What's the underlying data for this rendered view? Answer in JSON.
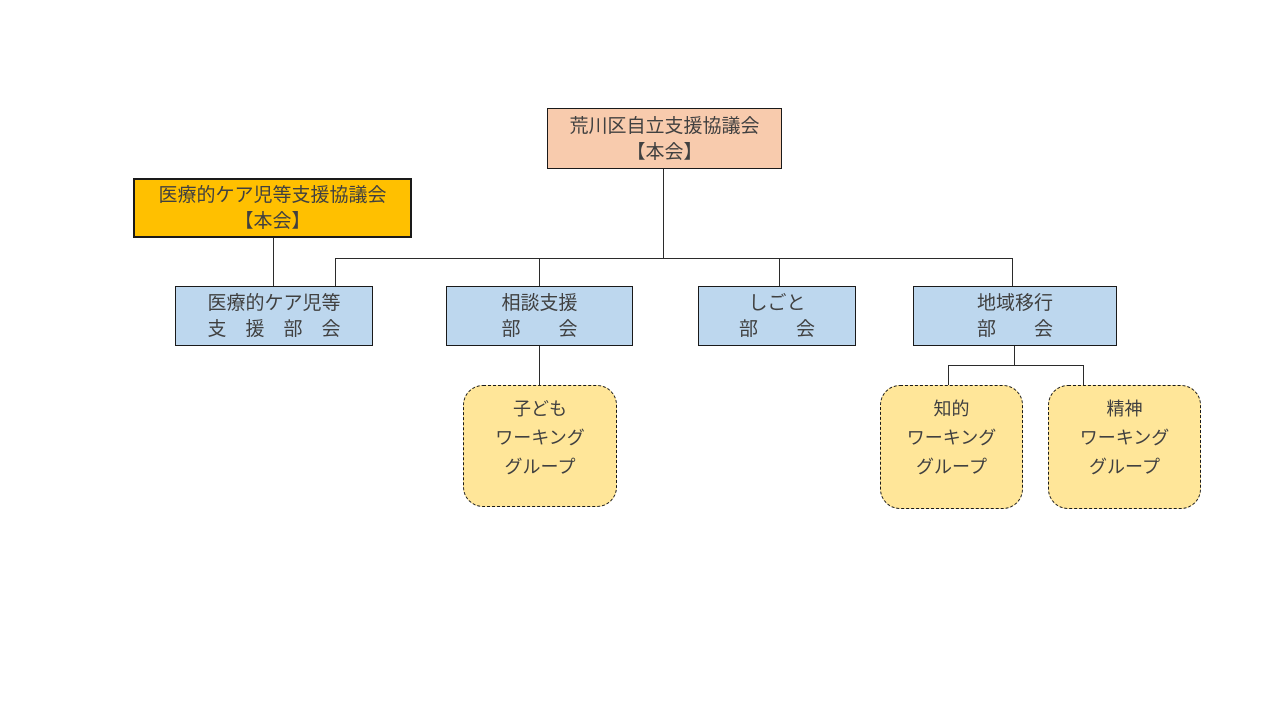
{
  "colors": {
    "main_fill": "#F8CBAD",
    "gold_fill": "#FFC000",
    "blue_fill": "#BDD7EE",
    "wg_fill": "#FFE699",
    "border_color": "#1a1a1a",
    "line_color": "#2b2b2b",
    "text_color": "#404040"
  },
  "org_chart": {
    "main_council": {
      "lines": [
        "荒川区自立支援協議会",
        "【本会】"
      ]
    },
    "medical_care_council": {
      "lines": [
        "医療的ケア児等支援協議会",
        "【本会】"
      ]
    },
    "subcommittees": [
      {
        "id": "medical-care",
        "lines": [
          "医療的ケア児等",
          "支　援　部　会"
        ]
      },
      {
        "id": "consultation",
        "lines": [
          "相談支援",
          "部　　会"
        ]
      },
      {
        "id": "work",
        "lines": [
          "しごと",
          "部　　会"
        ]
      },
      {
        "id": "community-transition",
        "lines": [
          "地域移行",
          "部　　会"
        ]
      }
    ],
    "working_groups": [
      {
        "id": "children",
        "lines": [
          "子ども",
          "ワーキング",
          "グループ"
        ]
      },
      {
        "id": "intellectual",
        "lines": [
          "知的",
          "ワーキング",
          "グループ"
        ]
      },
      {
        "id": "mental",
        "lines": [
          "精神",
          "ワーキング",
          "グループ"
        ]
      }
    ]
  }
}
